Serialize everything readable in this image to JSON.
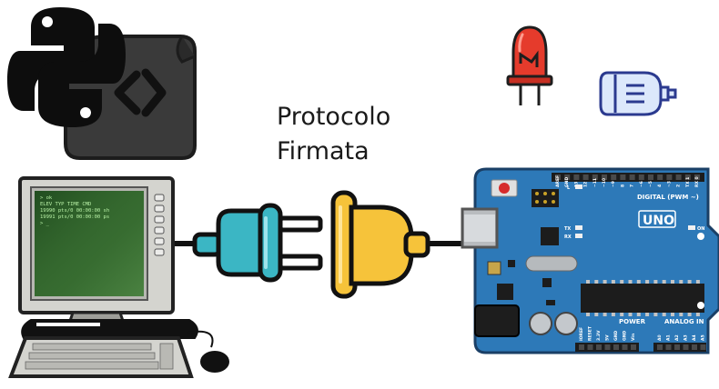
{
  "diagram": {
    "protocol_label": {
      "line1": "Protocolo",
      "line2": "Firmata"
    }
  },
  "board": {
    "brand": "UNO",
    "digital_label": "DIGITAL (PWM ~)",
    "power_label": "POWER",
    "analog_label": "ANALOG IN",
    "led_l": "L",
    "led_tx": "TX",
    "led_rx": "RX",
    "led_on": "ON",
    "digital_pins": [
      "AREF",
      "GND",
      "13",
      "12",
      "~11",
      "~10",
      "~9",
      "8",
      "7",
      "~6",
      "~5",
      "4",
      "~3",
      "2",
      "TX 1",
      "RX 0"
    ],
    "power_pins": [
      "IOREF",
      "RESET",
      "3.3V",
      "5V",
      "GND",
      "GND",
      "Vin"
    ],
    "analog_pins": [
      "A0",
      "A1",
      "A2",
      "A3",
      "A4",
      "A5"
    ]
  },
  "computer": {
    "screen_lines": [
      "> ok",
      "ELEV TYP      TIME CMD",
      "19990 pts/0   00:00:00 sh",
      "19991 pts/0   00:00:00 ps",
      "> _"
    ]
  },
  "colors": {
    "python_blue": "#0d0d0d",
    "plug_left": "#3bb6c4",
    "plug_right": "#f6c33a",
    "board": "#2d79b8",
    "led_red": "#e53b2c",
    "motor": "#dce8fb"
  }
}
